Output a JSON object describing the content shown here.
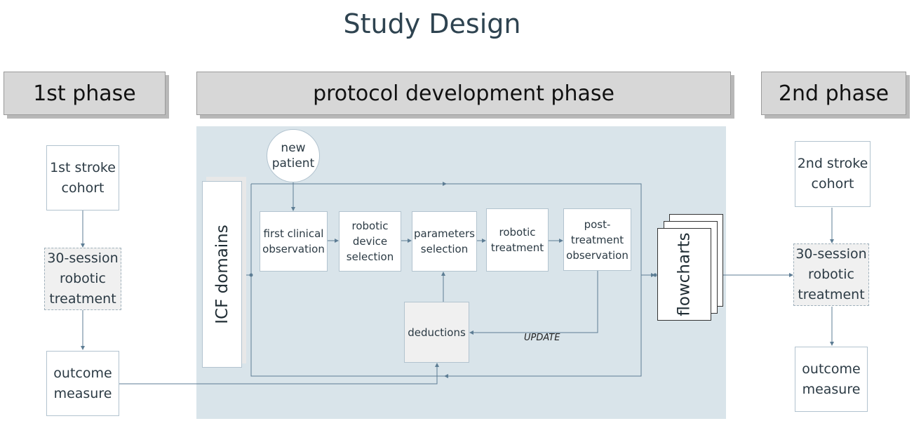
{
  "title": "Study Design",
  "phases": {
    "first": "1st phase",
    "protocol": "protocol development phase",
    "second": "2nd phase"
  },
  "first_phase": {
    "cohort": "1st stroke cohort",
    "treatment": "30-session robotic treatment",
    "outcome": "outcome measure"
  },
  "protocol": {
    "new_patient": "new patient",
    "icf": "ICF domains",
    "steps": [
      "first clinical observation",
      "robotic device selection",
      "parameters selection",
      "robotic treatment",
      "post-treatment observation"
    ],
    "deductions": "deductions",
    "update": "UPDATE",
    "flowcharts": "flowcharts"
  },
  "second_phase": {
    "cohort": "2nd stroke cohort",
    "treatment": "30-session robotic treatment",
    "outcome": "outcome measure"
  },
  "colors": {
    "panel": "#d9e4ea",
    "banner": "#d7d7d7",
    "line": "#5d7d94"
  }
}
